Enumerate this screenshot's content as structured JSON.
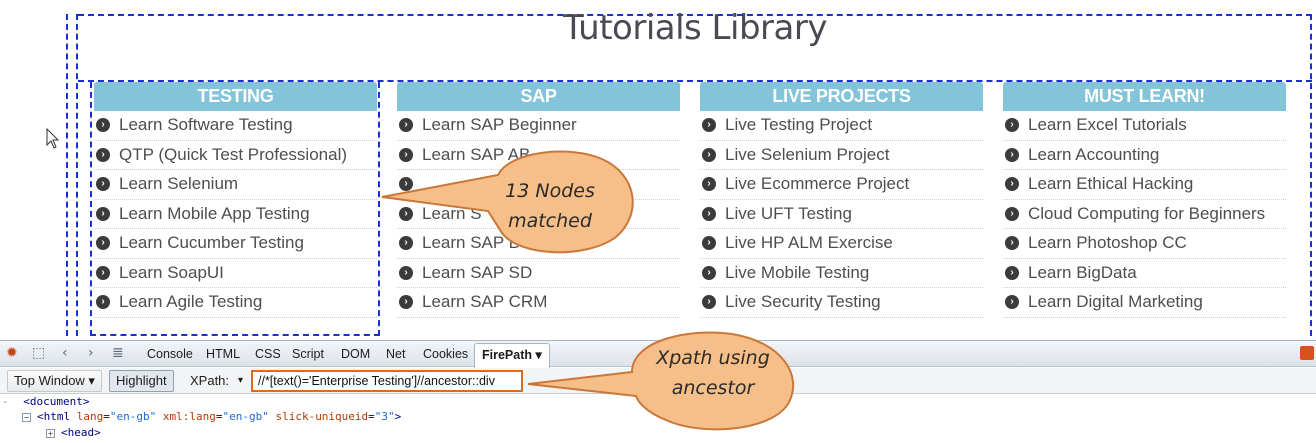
{
  "page": {
    "title": "Tutorials Library"
  },
  "columns": [
    {
      "header": "TESTING",
      "items": [
        "Learn Software Testing",
        "QTP (Quick Test Professional)",
        "Learn Selenium",
        "Learn Mobile App Testing",
        "Learn Cucumber Testing",
        "Learn SoapUI",
        "Learn Agile Testing"
      ]
    },
    {
      "header": "SAP",
      "items": [
        "Learn SAP Beginner",
        "Learn SAP AB",
        "",
        "Learn S",
        "Learn SAP B",
        "Learn SAP SD",
        "Learn SAP CRM"
      ]
    },
    {
      "header": "LIVE PROJECTS",
      "items": [
        "Live Testing Project",
        "Live Selenium Project",
        "Live Ecommerce Project",
        "Live UFT Testing",
        "Live HP ALM Exercise",
        "Live Mobile Testing",
        "Live Security Testing"
      ]
    },
    {
      "header": "MUST LEARN!",
      "items": [
        "Learn Excel Tutorials",
        "Learn Accounting",
        "Learn Ethical Hacking",
        "Cloud Computing for Beginners",
        "Learn Photoshop CC",
        "Learn BigData",
        "Learn Digital Marketing"
      ]
    }
  ],
  "callouts": {
    "nodes": {
      "line1": "13 Nodes",
      "line2": "matched"
    },
    "xpath": {
      "line1": "Xpath using",
      "line2": "ancestor"
    }
  },
  "firebug": {
    "tabs": [
      "Console",
      "HTML",
      "CSS",
      "Script",
      "DOM",
      "Net",
      "Cookies"
    ],
    "active_tab": "FirePath ▾",
    "top_window": "Top Window ▾",
    "highlight": "Highlight",
    "xpath_label": "XPath:",
    "xpath_dropdown": "▾",
    "xpath_value": "//*[text()='Enterprise Testing']//ancestor::div"
  },
  "dom_tree": {
    "document": "<document>",
    "html_tag": "<html",
    "html_attrs": [
      {
        "name": "lang",
        "value": "\"en-gb\""
      },
      {
        "name": "xml:lang",
        "value": "\"en-gb\""
      },
      {
        "name": "slick-uniqueid",
        "value": "\"3\""
      }
    ],
    "html_close": ">",
    "head": "<head>"
  },
  "colors": {
    "column_header": "#83c4d8",
    "callout_fill": "#f6be88",
    "callout_stroke": "#c9783a",
    "highlight_border": "#1a2fd0",
    "xpath_border": "#e06a1b"
  },
  "icons": [
    "bullet-arrow-icon",
    "cursor-icon",
    "firebug-icon",
    "inspect-icon",
    "back-icon",
    "forward-icon",
    "command-line-icon",
    "expand-icon",
    "collapse-icon"
  ]
}
